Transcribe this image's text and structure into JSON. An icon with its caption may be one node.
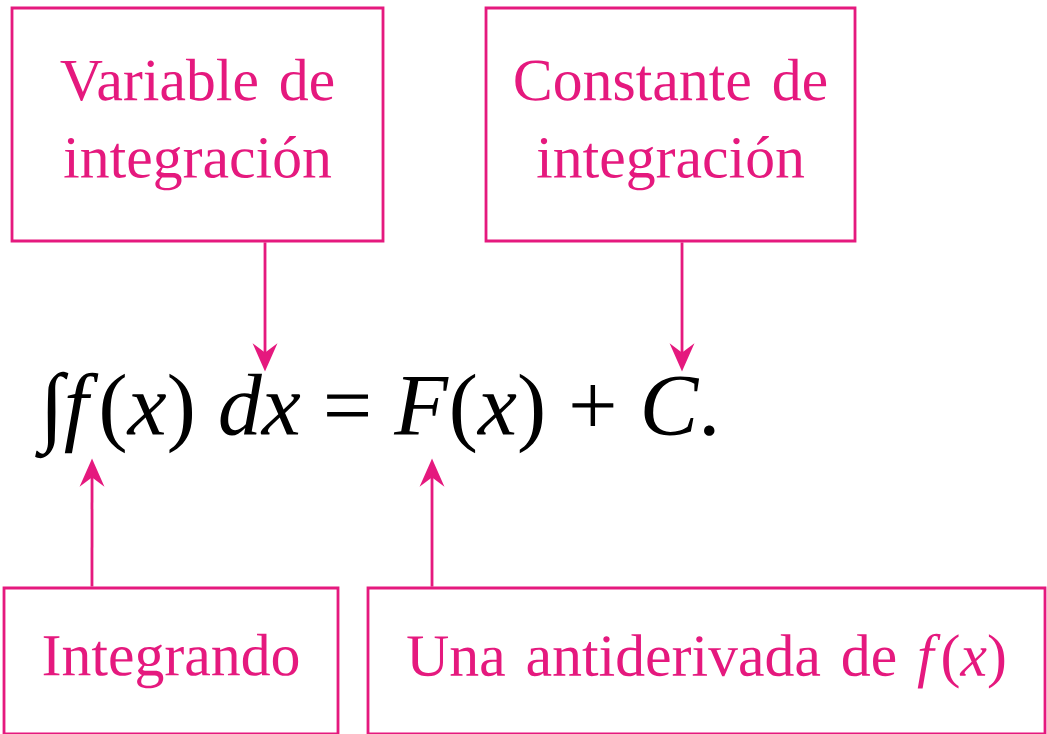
{
  "diagram": {
    "nodes": [
      {
        "text": [
          "Variable de integración"
        ]
      },
      {
        "text": [
          "Constante de integración"
        ]
      },
      {
        "text": [
          "∫*f*(*x*) *dx* = *F*(*x*) + *C*."
        ]
      },
      {
        "text": [
          "Integrando"
        ]
      },
      {
        "text": [
          "Una antiderivada de *f*(*x*)"
        ]
      }
    ],
    "edges": [
      {
        "from": 0,
        "to": 2,
        "arrow": "to"
      },
      {
        "from": 1,
        "to": 2,
        "arrow": "to"
      },
      {
        "from": 3,
        "to": 2,
        "arrow": "to"
      },
      {
        "from": 4,
        "to": 2,
        "arrow": "to"
      }
    ]
  }
}
